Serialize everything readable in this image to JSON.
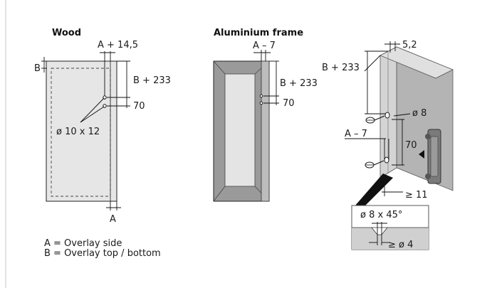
{
  "headings": {
    "wood": "Wood",
    "aluminium": "Aluminium frame"
  },
  "wood_labels": {
    "a_plus": "A + 14,5",
    "b": "B",
    "b_plus": "B + 233",
    "seventy": "70",
    "diameter": "ø 10 x 12",
    "a": "A"
  },
  "alu_labels": {
    "a_minus": "A – 7",
    "b_plus": "B + 233",
    "seventy": "70"
  },
  "detail_labels": {
    "five_two": "5,2",
    "b_plus": "B + 233",
    "d8": "ø 8",
    "a_minus": "A – 7",
    "seventy": "70",
    "ge11": "≥ 11",
    "countersink": "ø 8 x 45°",
    "ge_d4": "≥ ø 4"
  },
  "legend": {
    "line1": "A = Overlay side",
    "line2": "B = Overlay top / bottom"
  },
  "colors": {
    "wood_panel": "#e6e6e6",
    "alu_frame": "#9a9a9a",
    "alu_glass": "#e4e4e4",
    "panel_face": "#b4b4b4",
    "panel_edge": "#d0d0d0",
    "hinge": "#7a7a7a"
  }
}
